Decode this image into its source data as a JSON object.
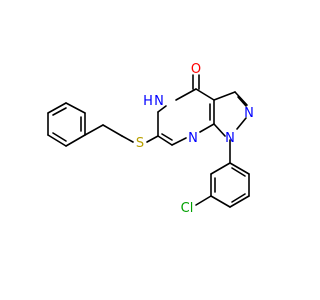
{
  "molecule": {
    "atoms": {
      "oxygen": "O",
      "nh": "H",
      "nh_n": "N",
      "n_pyrazole_top": "N",
      "n_pyrazole_bottom": "N",
      "n_pyrimidine_bottom": "N",
      "sulfur": "S",
      "chlorine": "Cl"
    },
    "colors": {
      "bond": "#000000",
      "oxygen": "#ff0000",
      "nitrogen": "#0000ff",
      "sulfur": "#b8a000",
      "chlorine": "#00a000"
    }
  }
}
